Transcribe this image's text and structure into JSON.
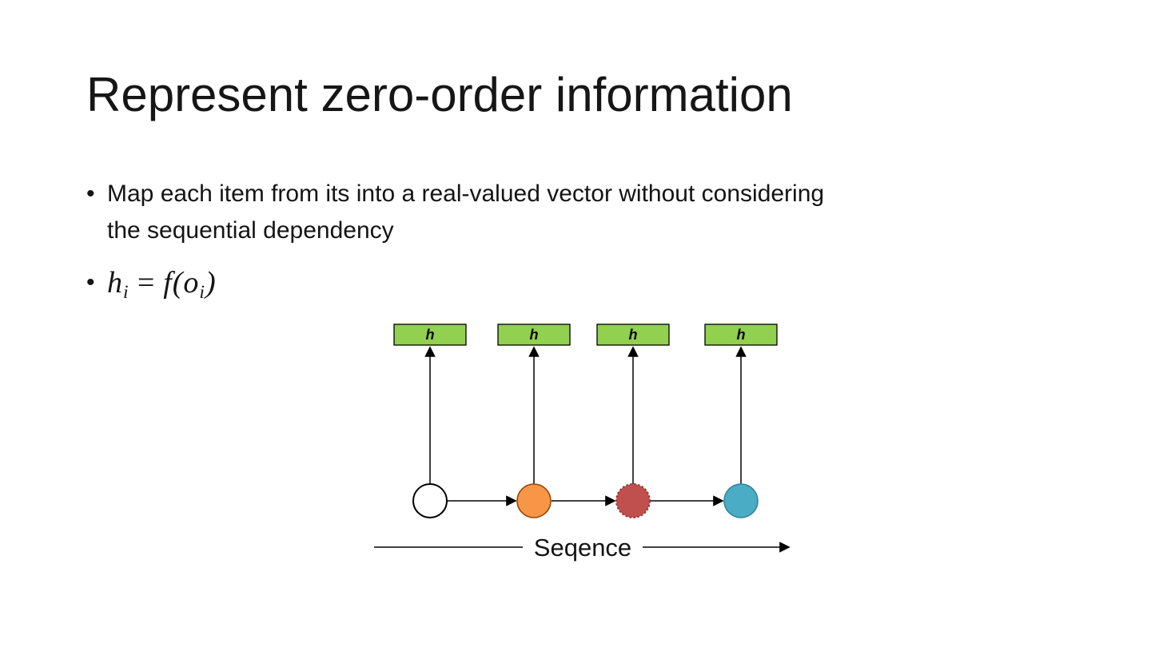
{
  "slide": {
    "title": "Represent zero-order information",
    "bullet_char": "•",
    "bullet1": {
      "line1": "Map each item from its into a real-valued vector without considering",
      "line2": "the sequential dependency"
    },
    "formula": {
      "lhs": "h",
      "lhs_sub": "i",
      "op": "=",
      "fn": "f",
      "open": "(",
      "arg": "o",
      "arg_sub": "i",
      "close": ")"
    }
  },
  "diagram": {
    "h_label": "h",
    "sequence_label": "Seqence",
    "colors": {
      "box_fill": "#92D050",
      "box_border": "#000000",
      "arrow": "#000000",
      "circle1_fill": "#FFFFFF",
      "circle1_border": "#000000",
      "circle2_fill": "#F79646",
      "circle2_border": "#974706",
      "circle3_fill": "#C0504D",
      "circle3_border": "#953735",
      "circle4_fill": "#4BACC6",
      "circle4_border": "#31859B"
    }
  }
}
